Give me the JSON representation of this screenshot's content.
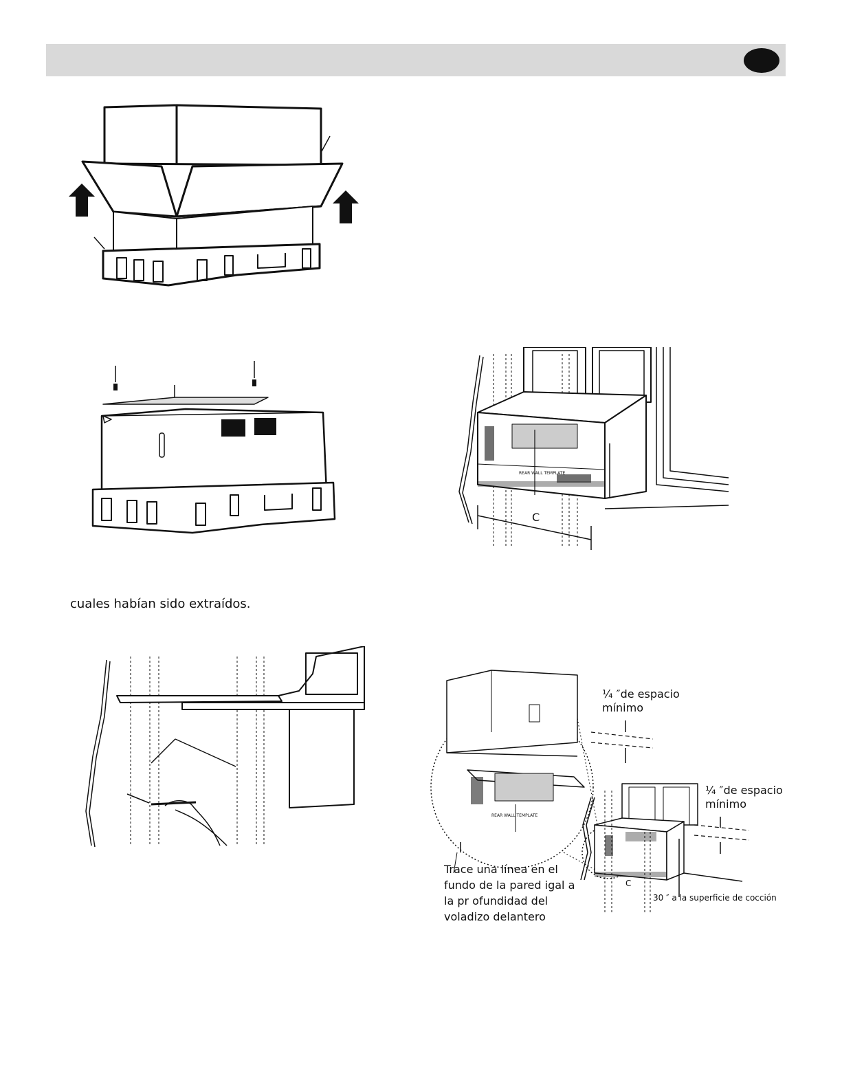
{
  "body_text": {
    "extraction_note": "cuales habían sido extraídos."
  },
  "figures": {
    "unpacking": {},
    "template_on_box": {},
    "marking_wall": {},
    "rear_wall_template": {
      "center_letter": "C",
      "template_caption": "REAR WALL TEMPLATE"
    },
    "clearance_detail": {
      "clearance_label_1": "¼ ″de espacio mínimo",
      "clearance_label_2": "¼ ″de espacio mínimo",
      "trace_instruction_line_1": "Trace una línea en el",
      "trace_instruction_line_2": "fundo de la pared igal a",
      "trace_instruction_line_3": "la  pr ofundidad del",
      "trace_instruction_line_4": "voladizo delantero",
      "cooking_surface_label": "30  ″ a la superficie de cocción",
      "center_letter": "C",
      "template_caption": "REAR WALL TEMPLATE"
    }
  }
}
